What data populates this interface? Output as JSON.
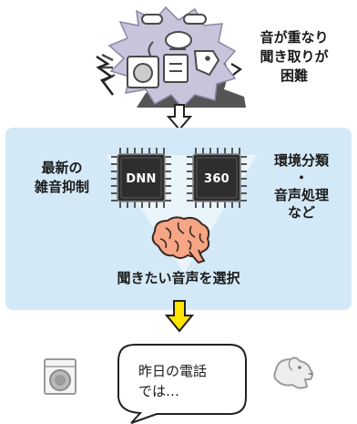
{
  "top_note": "音が重なり\n聞き取りが\n困難",
  "panel": {
    "left_label": "最新の\n雑音抑制",
    "right_label": "環境分類\n・\n音声処理\nなど",
    "chip1": "DNN",
    "chip2": "360",
    "bottom_label": "聞きたい音声を選択"
  },
  "speech_bubble": "昨日の電話\nでは…",
  "colors": {
    "panel_bg": "#d3e9f7",
    "arrow_yellow": "#ffe400",
    "noise_blob": "#c8c4dc",
    "brain": "#f6a585",
    "chip_body": "#2e2e2e"
  },
  "icons": [
    "noise-cloud-icon",
    "person-silhouette-icon",
    "washing-machine-icon",
    "dog-icon",
    "brain-icon",
    "chip-icon"
  ]
}
